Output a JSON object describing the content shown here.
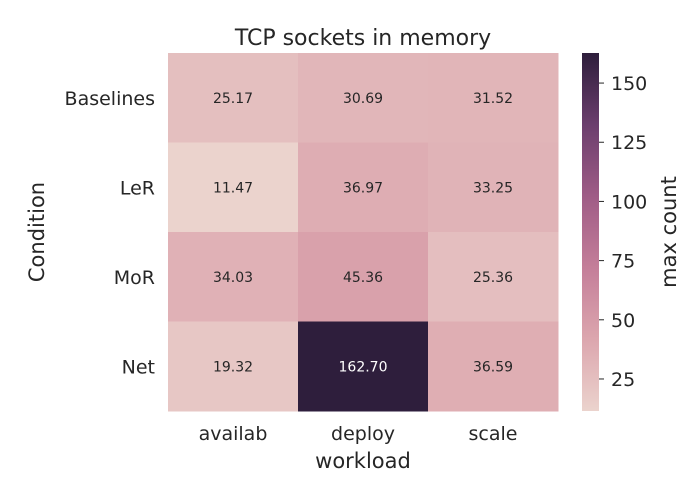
{
  "chart_data": {
    "type": "heatmap",
    "title": "TCP sockets in memory",
    "xlabel": "workload",
    "ylabel": "Condition",
    "x_categories": [
      "availab",
      "deploy",
      "scale"
    ],
    "y_categories": [
      "Baselines",
      "LeR",
      "MoR",
      "Net"
    ],
    "values": [
      [
        25.17,
        30.69,
        31.52
      ],
      [
        11.47,
        36.97,
        33.25
      ],
      [
        34.03,
        45.36,
        25.36
      ],
      [
        19.32,
        162.7,
        36.59
      ]
    ],
    "value_format_decimals": 2,
    "colorbar": {
      "label": "max count",
      "range": [
        11.47,
        162.7
      ],
      "ticks": [
        25,
        50,
        75,
        100,
        125,
        150
      ]
    },
    "colormap": {
      "stops": [
        "#ebd3cd",
        "#dca6ae",
        "#c47e99",
        "#9f5c86",
        "#6b3e6d",
        "#2e1e3c"
      ]
    },
    "colors": {
      "text_dark": "#262626",
      "text_light": "#ffffff",
      "background": "#ffffff"
    },
    "grid": false,
    "legend": "colorbar-right"
  }
}
